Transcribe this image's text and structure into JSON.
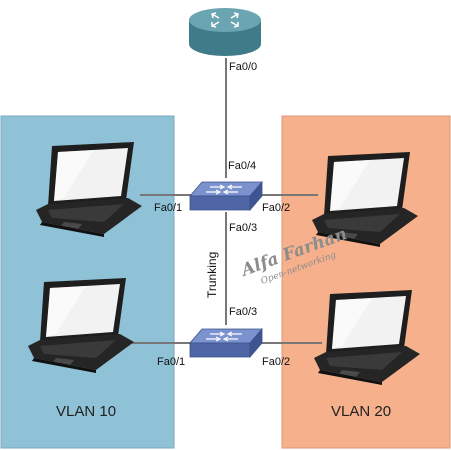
{
  "vlans": [
    {
      "name": "VLAN 10",
      "color": "#8fc2d6"
    },
    {
      "name": "VLAN 20",
      "color": "#f6b08c"
    }
  ],
  "ports": {
    "router_uplink": "Fa0/0",
    "sw1_uplink": "Fa0/4",
    "sw1_left": "Fa0/1",
    "sw1_right": "Fa0/2",
    "sw1_trunk": "Fa0/3",
    "sw2_trunk": "Fa0/3",
    "sw2_left": "Fa0/1",
    "sw2_right": "Fa0/2"
  },
  "trunk_label": "Trunking",
  "watermark": {
    "name": "Alfa Farhan",
    "tagline": "Open-networking"
  },
  "colors": {
    "router": "#4d8a96",
    "switch": "#5a72b0",
    "link": "#777777",
    "laptop_body": "#1e1e1e",
    "screen": "#f2f2f2"
  },
  "devices": {
    "router": {
      "icon": "router-icon"
    },
    "switches": [
      {
        "icon": "switch-icon"
      },
      {
        "icon": "switch-icon"
      }
    ],
    "laptops": [
      {
        "icon": "laptop-icon",
        "vlan": "VLAN 10"
      },
      {
        "icon": "laptop-icon",
        "vlan": "VLAN 10"
      },
      {
        "icon": "laptop-icon",
        "vlan": "VLAN 20"
      },
      {
        "icon": "laptop-icon",
        "vlan": "VLAN 20"
      }
    ]
  }
}
